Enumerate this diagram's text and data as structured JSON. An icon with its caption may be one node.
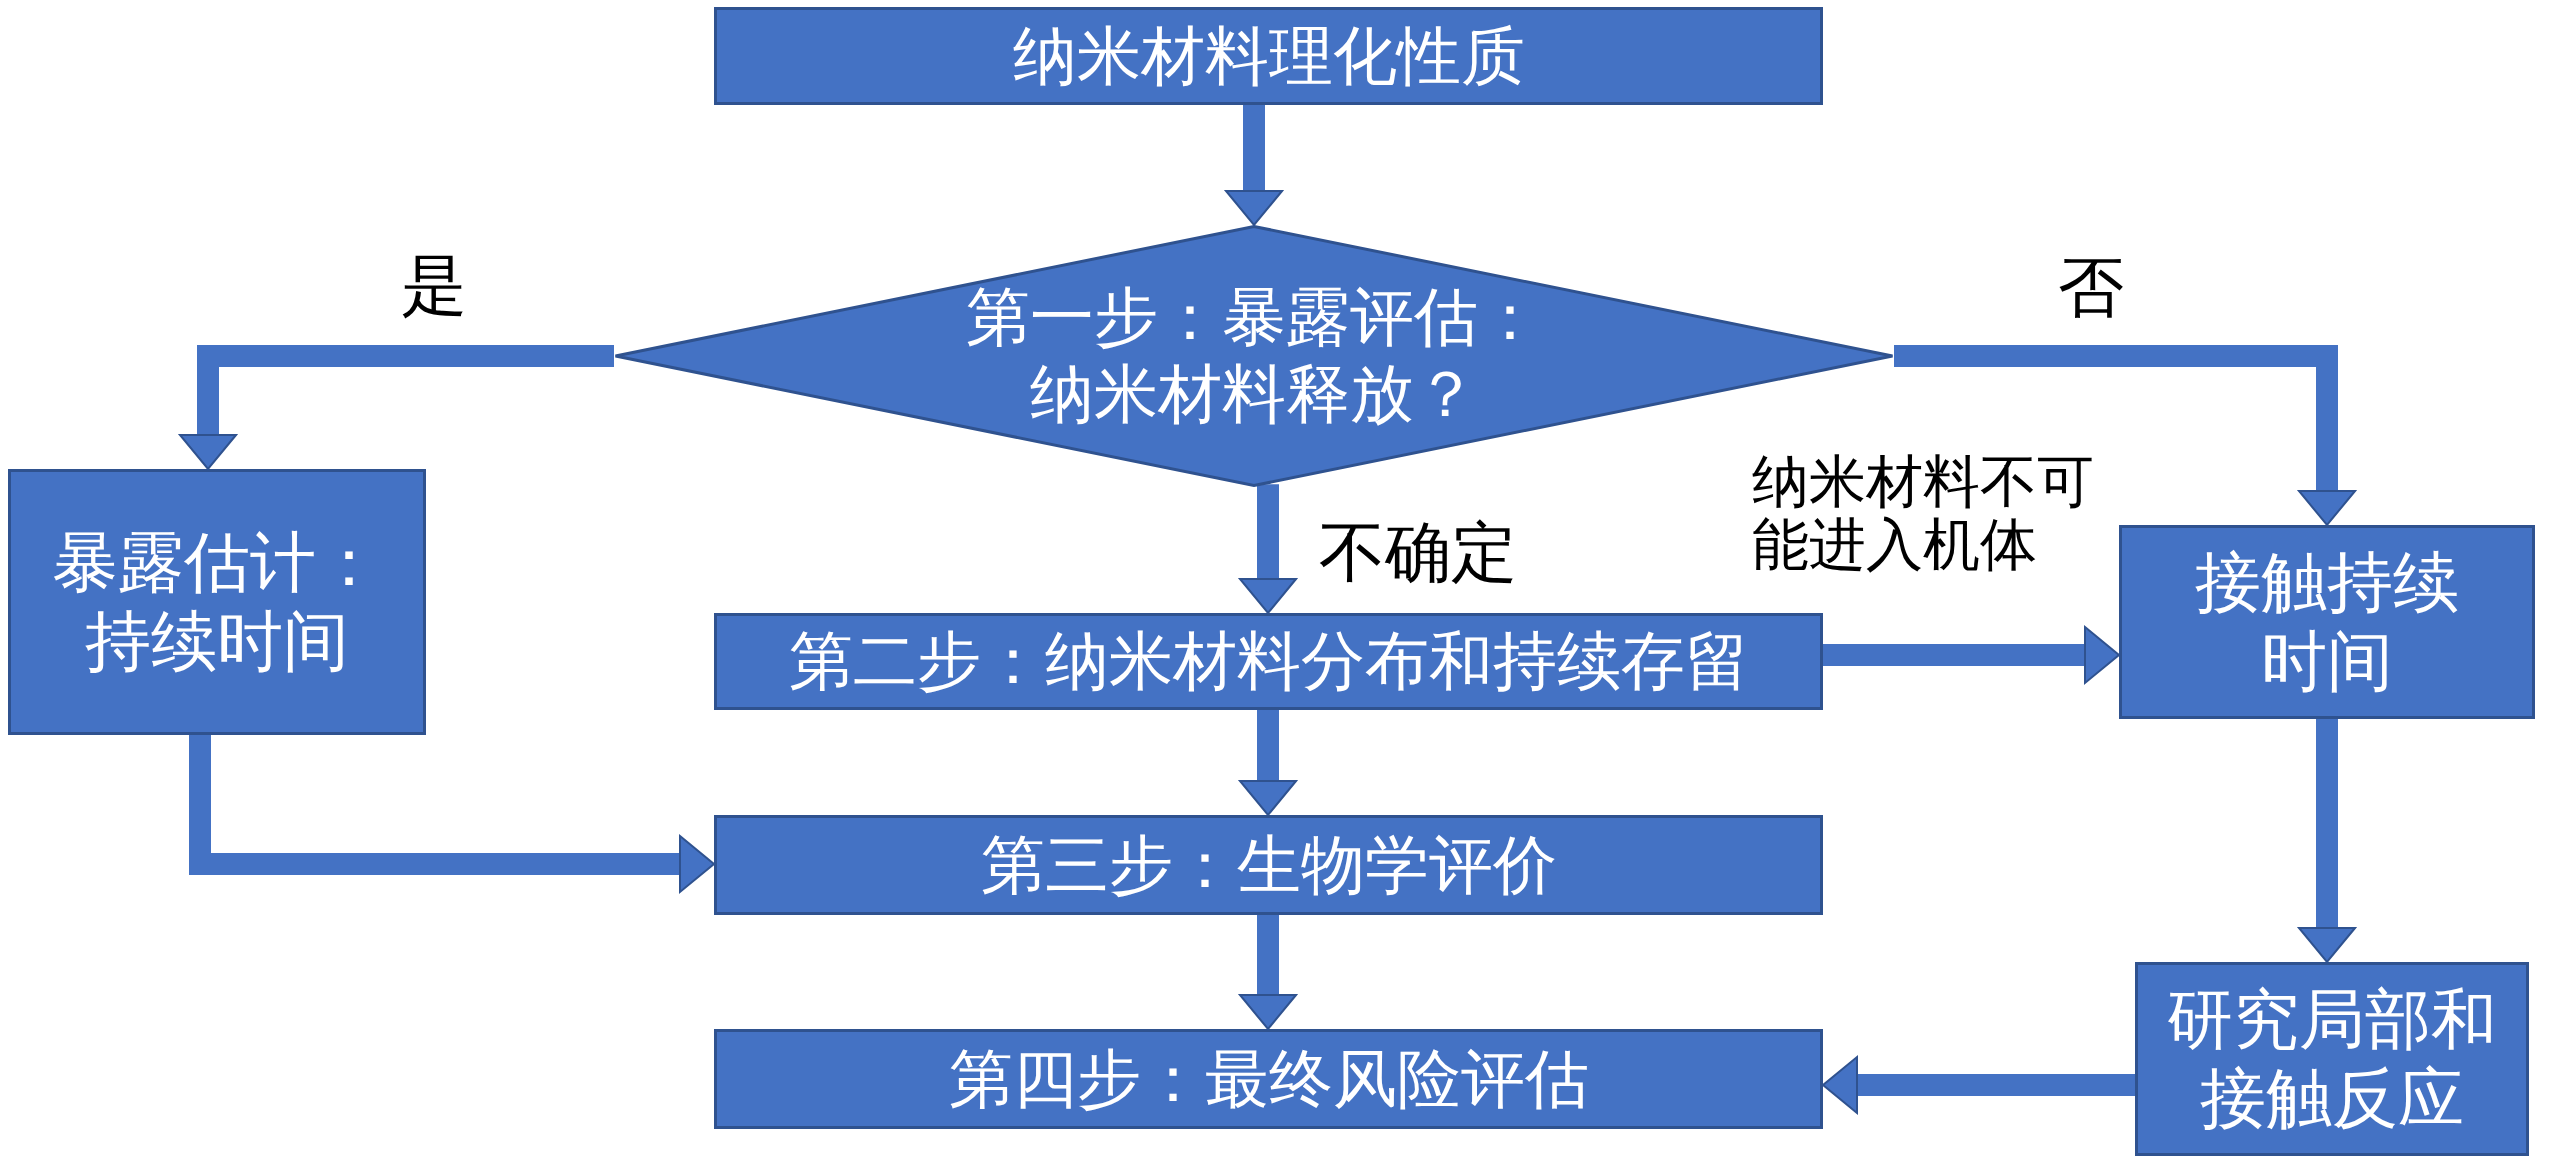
{
  "diagram": {
    "nodes": [
      {
        "text": [
          "纳米材料理化性质"
        ]
      },
      {
        "text": [
          "第一步：暴露评估：纳米材料释放？"
        ]
      },
      {
        "text": [
          "暴露估计：持续时间"
        ]
      },
      {
        "text": [
          "第二步：纳米材料分布和持续存留"
        ]
      },
      {
        "text": [
          "接触持续时间"
        ]
      },
      {
        "text": [
          "第三步：生物学评价"
        ]
      },
      {
        "text": [
          "第四步：最终风险评估"
        ]
      },
      {
        "text": [
          "研究局部和接触反应"
        ]
      }
    ],
    "edges": [
      {
        "from": 0,
        "to": 1,
        "arrow": "to"
      },
      {
        "from": 1,
        "to": 2,
        "arrow": "to",
        "label": "是"
      },
      {
        "from": 1,
        "to": 4,
        "arrow": "to",
        "label": "否"
      },
      {
        "from": 1,
        "to": 3,
        "arrow": "to",
        "label": "不确定"
      },
      {
        "from": 3,
        "to": 4,
        "arrow": "to",
        "label": "纳米材料不可能进入机体"
      },
      {
        "from": 3,
        "to": 5,
        "arrow": "to"
      },
      {
        "from": 2,
        "to": 5,
        "arrow": "to"
      },
      {
        "from": 4,
        "to": 7,
        "arrow": "to"
      },
      {
        "from": 7,
        "to": 6,
        "arrow": "to"
      },
      {
        "from": 5,
        "to": 6,
        "arrow": "to"
      }
    ]
  }
}
